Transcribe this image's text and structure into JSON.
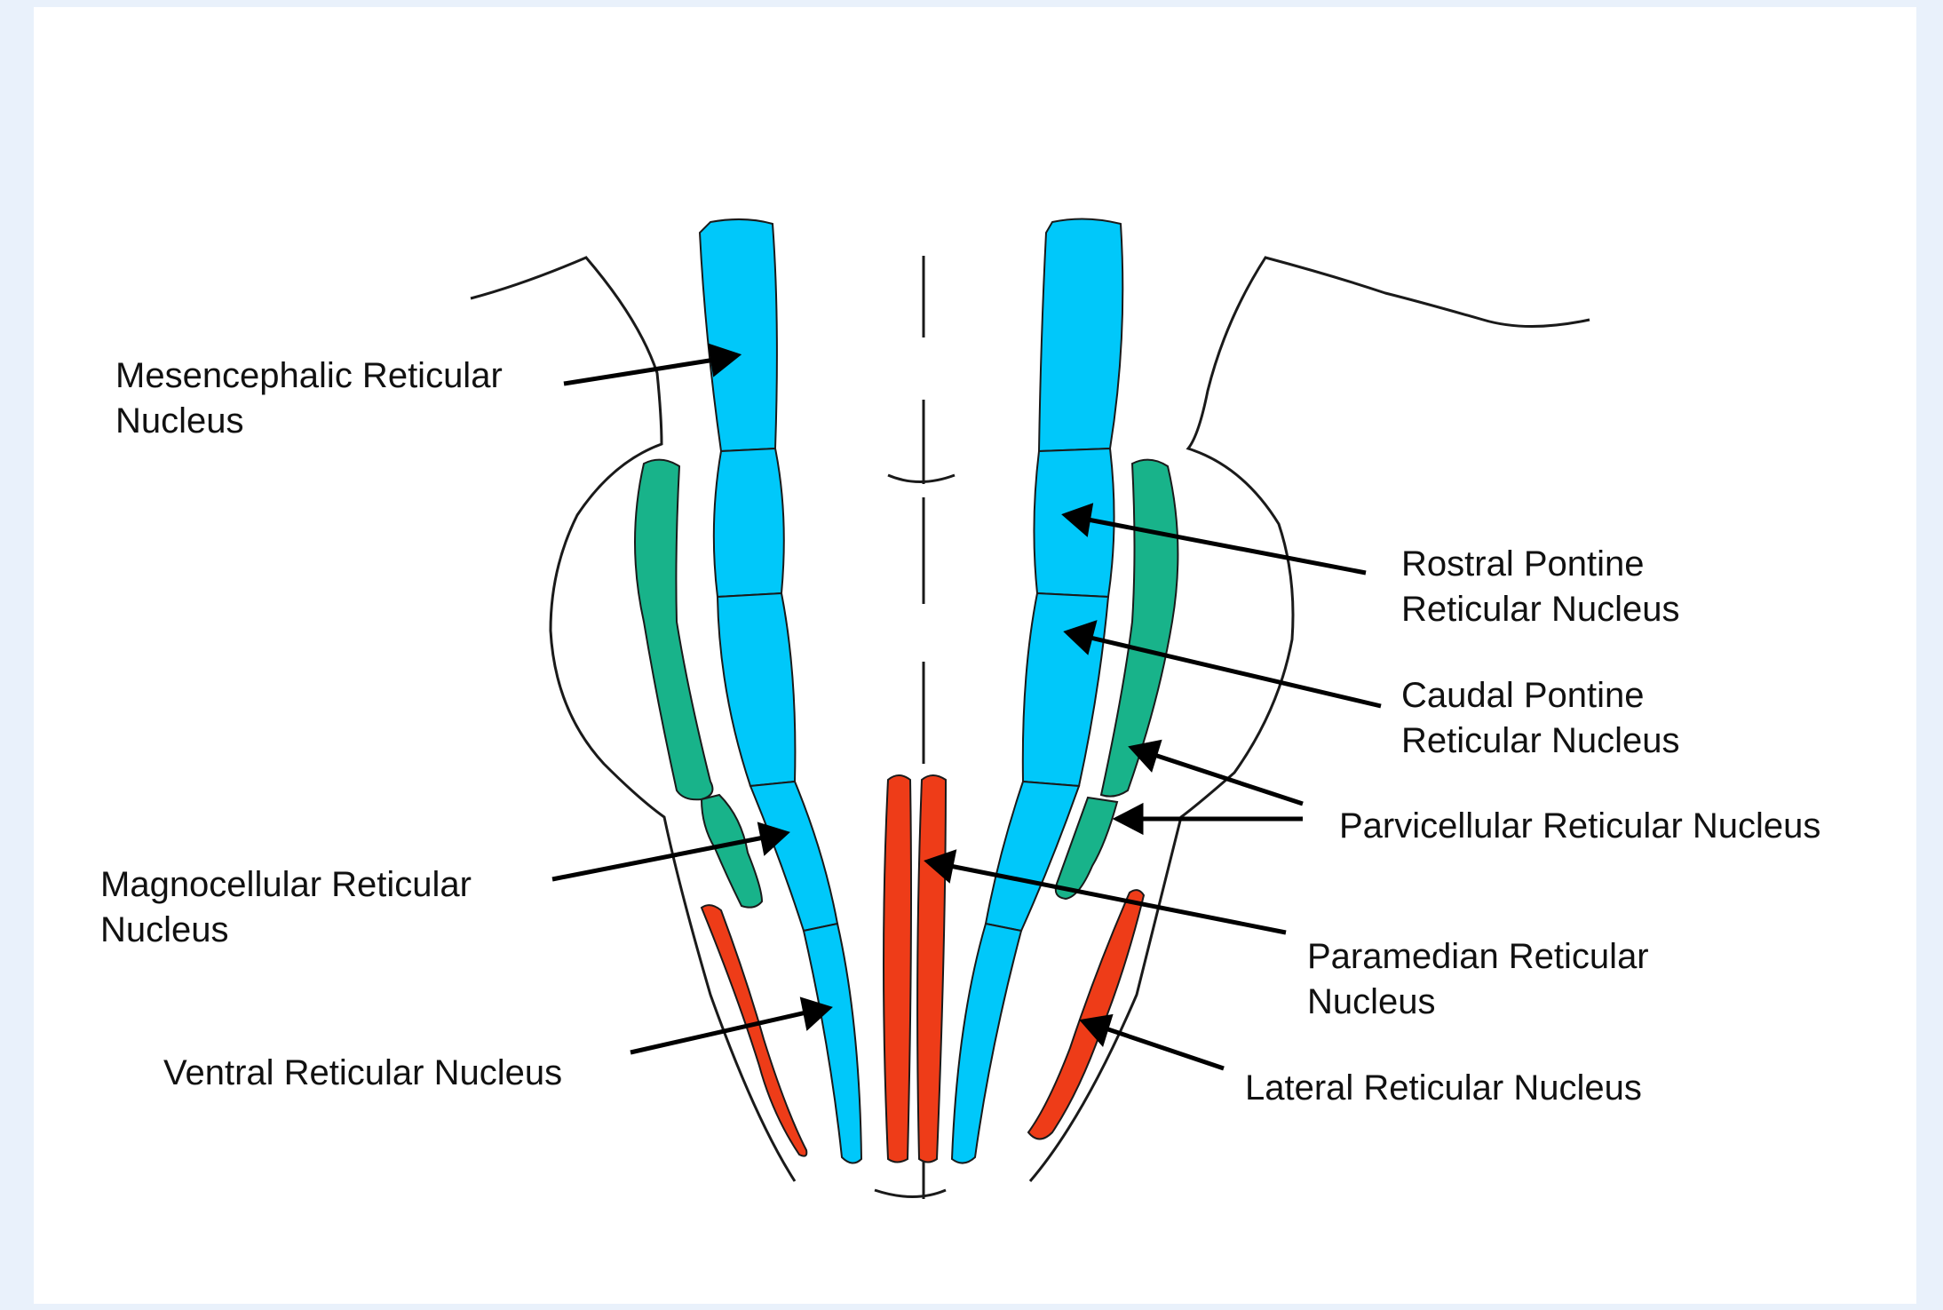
{
  "colors": {
    "background": "#e9f1fb",
    "panel": "#ffffff",
    "blue_nucleus": "#00c8fa",
    "green_nucleus": "#18b38a",
    "red_nucleus": "#ee3c18",
    "outline": "#1a1a1a",
    "arrow": "#000000"
  },
  "labels": {
    "mesencephalic": [
      "Mesencephalic Reticular",
      "Nucleus"
    ],
    "rostral_pontine": [
      "Rostral Pontine",
      "Reticular Nucleus"
    ],
    "caudal_pontine": [
      "Caudal Pontine",
      "Reticular Nucleus"
    ],
    "parvicellular": [
      "Parvicellular Reticular Nucleus"
    ],
    "magnocellular": [
      "Magnocellular Reticular",
      "Nucleus"
    ],
    "paramedian": [
      "Paramedian Reticular",
      "Nucleus"
    ],
    "ventral": [
      "Ventral Reticular Nucleus"
    ],
    "lateral": [
      "Lateral Reticular Nucleus"
    ]
  }
}
